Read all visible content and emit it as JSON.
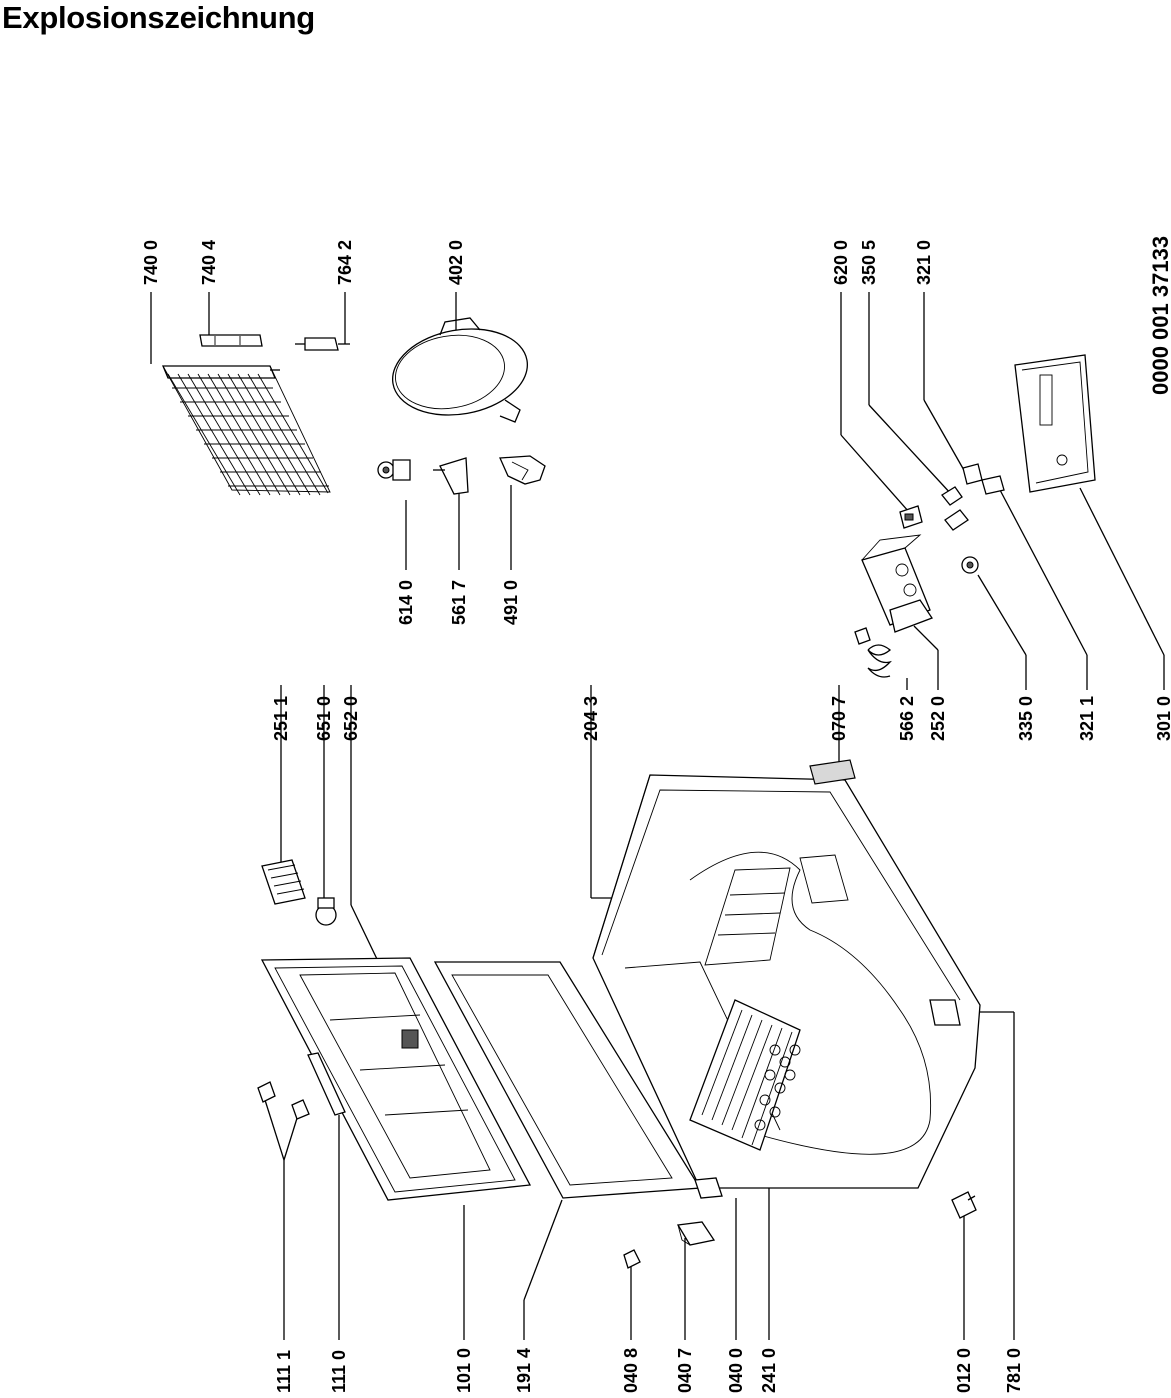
{
  "title": "Explosionszeichnung",
  "document_number": "0000 001 37133",
  "part_labels": [
    {
      "id": "p7400",
      "text": "740 0"
    },
    {
      "id": "p7404",
      "text": "740 4"
    },
    {
      "id": "p7642",
      "text": "764 2"
    },
    {
      "id": "p4020",
      "text": "402 0"
    },
    {
      "id": "p6140",
      "text": "614 0"
    },
    {
      "id": "p5617",
      "text": "561 7"
    },
    {
      "id": "p4910",
      "text": "491 0"
    },
    {
      "id": "p6200",
      "text": "620 0"
    },
    {
      "id": "p3505",
      "text": "350 5"
    },
    {
      "id": "p3210",
      "text": "321 0"
    },
    {
      "id": "p2511",
      "text": "251 1"
    },
    {
      "id": "p6510",
      "text": "651 0"
    },
    {
      "id": "p6520",
      "text": "652 0"
    },
    {
      "id": "p2043",
      "text": "204 3"
    },
    {
      "id": "p0707",
      "text": "070 7"
    },
    {
      "id": "p5662",
      "text": "566 2"
    },
    {
      "id": "p2520",
      "text": "252 0"
    },
    {
      "id": "p3350",
      "text": "335 0"
    },
    {
      "id": "p3211",
      "text": "321 1"
    },
    {
      "id": "p3010",
      "text": "301 0"
    },
    {
      "id": "p1111",
      "text": "111 1"
    },
    {
      "id": "p1110",
      "text": "111 0"
    },
    {
      "id": "p1010",
      "text": "101 0"
    },
    {
      "id": "p1914",
      "text": "191 4"
    },
    {
      "id": "p0408",
      "text": "040 8"
    },
    {
      "id": "p0407",
      "text": "040 7"
    },
    {
      "id": "p0400",
      "text": "040 0"
    },
    {
      "id": "p2410",
      "text": "241 0"
    },
    {
      "id": "p0120",
      "text": "012 0"
    },
    {
      "id": "p7810",
      "text": "781 0"
    }
  ]
}
